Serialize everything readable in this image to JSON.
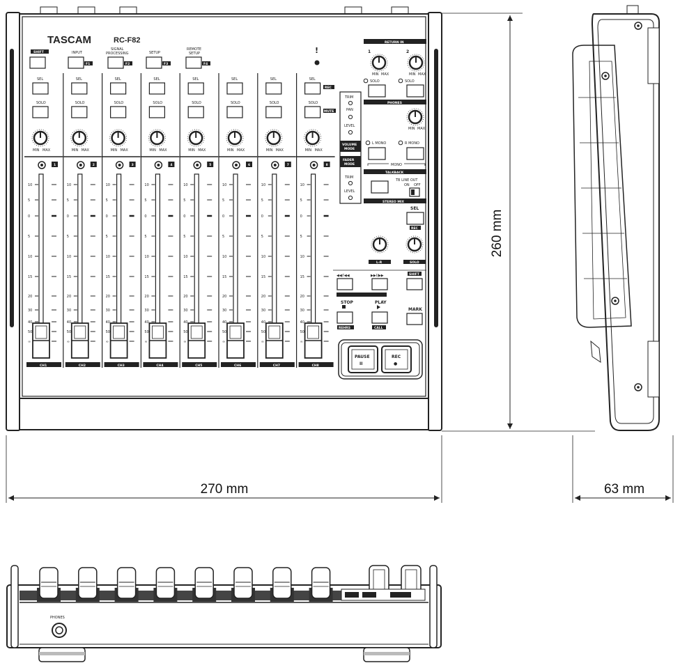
{
  "device": {
    "brand": "TASCAM",
    "model": "RC-F82"
  },
  "top_labels": {
    "shift": "SHIFT",
    "input": "INPUT",
    "signal_processing": [
      "SIGNAL",
      "PROCESSING"
    ],
    "setup": "SETUP",
    "remote_setup": [
      "REMOTE",
      "SETUP"
    ],
    "f1": "F1",
    "f2": "F2",
    "f3": "F3",
    "f4": "F4",
    "warning": "!"
  },
  "channel": {
    "sel": "SEL",
    "solo": "SOLO",
    "min": "MIN",
    "max": "MAX",
    "rec": "REC",
    "mute": "MUTE",
    "names": [
      "CH1",
      "CH2",
      "CH3",
      "CH4",
      "CH5",
      "CH6",
      "CH7",
      "CH8"
    ],
    "numbers": [
      "1",
      "2",
      "3",
      "4",
      "5",
      "6",
      "7",
      "8"
    ],
    "scale": [
      "10",
      "5",
      "0",
      "5",
      "10",
      "15",
      "20",
      "30",
      "40",
      "50",
      "∞"
    ]
  },
  "mode": {
    "trim": "TRIM",
    "pan": "PAN",
    "level": "LEVEL",
    "volume_mode": [
      "VOLUME",
      "MODE"
    ],
    "fader_mode": [
      "FADER",
      "MODE"
    ]
  },
  "right": {
    "return_in": "RETURN IN",
    "r1": "1",
    "r2": "2",
    "solo": "SOLO",
    "phones": "PHONES",
    "l_mono": "L MONO",
    "r_mono": "R MONO",
    "mono": "MONO",
    "talkback": "TALKBACK",
    "tb_line_out": "TB LINE OUT",
    "on": "ON",
    "off": "OFF",
    "stereo_mix": "STEREO MIX",
    "sel": "SEL",
    "rec": "REC",
    "lr": "L-R",
    "solo2": "SOLO",
    "rew": "◀◀/I◀◀",
    "ff": "▶▶I/▶▶",
    "shift": "SHIFT",
    "mark": "MARK",
    "stop": "STOP",
    "play": "PLAY",
    "rehearsal": "REHRS",
    "call": "CALL",
    "pause": "PAUSE",
    "rec2": "REC",
    "pause_icon": "II",
    "rec_icon": "●"
  },
  "front": {
    "phones": "PHONES"
  },
  "dimensions": {
    "width": "270 mm",
    "height": "260 mm",
    "depth": "63 mm"
  }
}
